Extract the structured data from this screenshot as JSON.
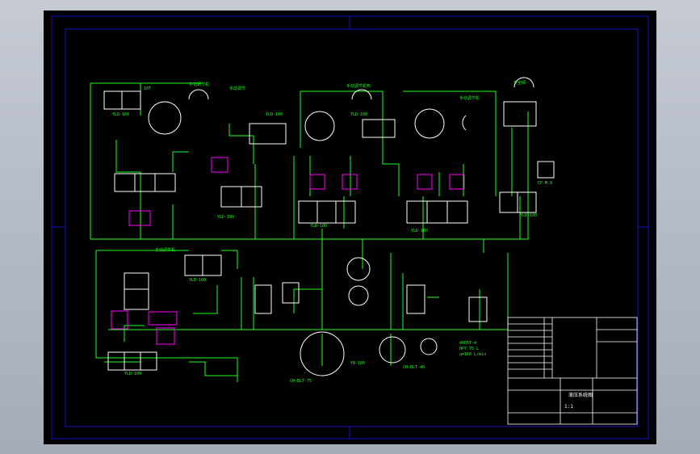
{
  "drawing": {
    "kind": "hydraulic-schematic",
    "colors": {
      "sheet": "#000000",
      "border": "#1515c8",
      "lines": "#1cff1c",
      "symbols": "#ffffff",
      "highlight": "#ff00ff",
      "titleblock": "#ffffff"
    },
    "labels": {
      "L1": "手动调节机",
      "L2": "手动调节",
      "L3": "手动调节机构",
      "L4": "手动调节机",
      "L5": "安全阀",
      "L6": "手动调节机",
      "t1": "YLD-160",
      "t2": "10T",
      "t3": "YLD-100",
      "t4": "YLD-100",
      "t5": "YLD-100",
      "t6": "YLD-100",
      "t7": "YLD-100",
      "t8": "YLD-100",
      "t9": "YLD-100",
      "t10": "YLD-100",
      "t11": "CP-M.8",
      "pump1": "CH-BLT-75",
      "pump2": "CH-BLT-40",
      "tank": "YB-100",
      "n1": "4005T-4",
      "n2": "HP7 75 L",
      "n3": "q=160 L/min"
    },
    "titleblock": {
      "title": "液压系统图",
      "scale": "1:1",
      "rows": [
        "",
        "",
        "",
        "",
        "",
        "",
        "",
        "",
        "",
        ""
      ]
    }
  }
}
